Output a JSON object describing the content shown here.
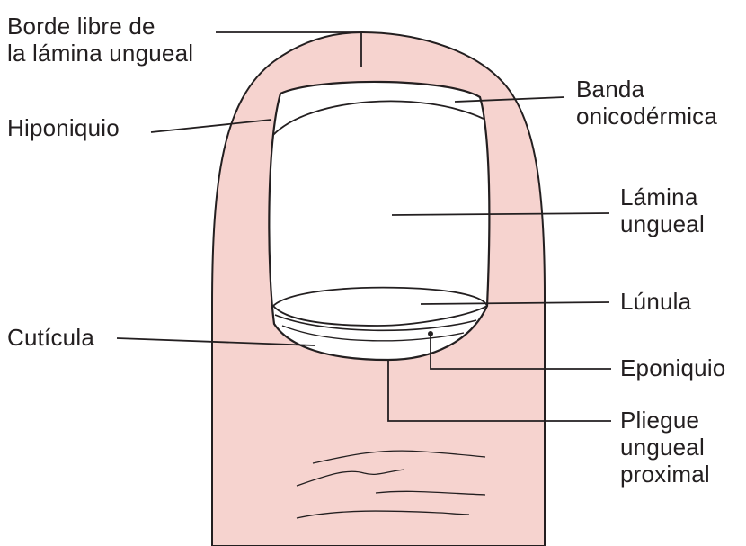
{
  "labels": {
    "borde_libre": {
      "line1": "Borde libre de",
      "line2": "la lámina ungueal"
    },
    "banda": {
      "line1": "Banda",
      "line2": "onicodérmica"
    },
    "hiponiquio": {
      "text": "Hiponiquio"
    },
    "lamina": {
      "line1": "Lámina",
      "line2": "ungueal"
    },
    "lunula": {
      "text": "Lúnula"
    },
    "cuticula": {
      "text": "Cutícula"
    },
    "eponiquio": {
      "text": "Eponiquio"
    },
    "pliegue": {
      "line1": "Pliegue",
      "line2": "ungueal",
      "line3": "proximal"
    }
  },
  "colors": {
    "skin": "#f6d3cf",
    "outline": "#231f20",
    "nail": "#ffffff",
    "ink": "#231f20"
  }
}
